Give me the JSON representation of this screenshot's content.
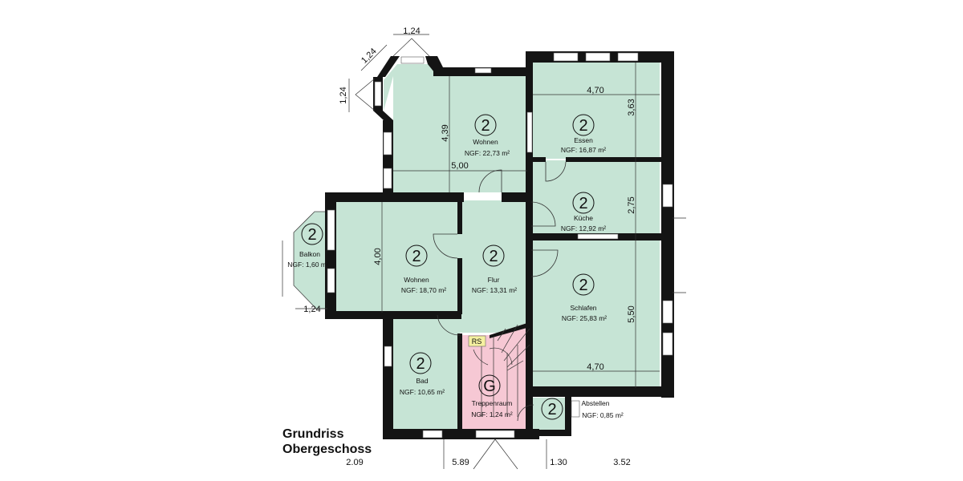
{
  "title": {
    "line1": "Grundriss",
    "line2": "Obergeschoss"
  },
  "colors": {
    "room": "#c6e4d5",
    "staircase": "#f6c8d4",
    "wall": "#141414",
    "rs_badge": "#f5f0a0"
  },
  "rooms": [
    {
      "id": "wohnen1",
      "code": "2",
      "name": "Wohnen",
      "area": "NGF: 22,73 m²"
    },
    {
      "id": "essen",
      "code": "2",
      "name": "Essen",
      "area": "NGF: 16,87 m²"
    },
    {
      "id": "kueche",
      "code": "2",
      "name": "Küche",
      "area": "NGF: 12,92 m²"
    },
    {
      "id": "wohnen2",
      "code": "2",
      "name": "Wohnen",
      "area": "NGF: 18,70 m²"
    },
    {
      "id": "flur",
      "code": "2",
      "name": "Flur",
      "area": "NGF: 13,31 m²"
    },
    {
      "id": "schlafen",
      "code": "2",
      "name": "Schlafen",
      "area": "NGF: 25,83 m²"
    },
    {
      "id": "bad",
      "code": "2",
      "name": "Bad",
      "area": "NGF: 10,65 m²"
    },
    {
      "id": "treppenraum",
      "code": "G",
      "name": "Treppenraum",
      "area": "NGF: 1,24 m²"
    },
    {
      "id": "abstellen",
      "code": "2",
      "name": "Abstellen",
      "area": "NGF: 0,85 m²"
    },
    {
      "id": "balkon",
      "code": "2",
      "name": "Balkon",
      "area": "NGF: 1,60 m²"
    }
  ],
  "badge": "RS",
  "dimensions": {
    "bay_top": "1,24",
    "bay_diag": "1,24",
    "bay_side": "1,24",
    "wohnen1_height": "4,39",
    "wohnen1_width": "5,00",
    "essen_width": "4,70",
    "essen_height": "3,63",
    "kueche_height": "2,75",
    "wohnen2_height": "4,00",
    "schlafen_height": "5,50",
    "schlafen_width": "4,70",
    "balkon_depth": "1,24",
    "bottom": [
      "2.09",
      "5.89",
      "1.30",
      "3.52"
    ]
  }
}
